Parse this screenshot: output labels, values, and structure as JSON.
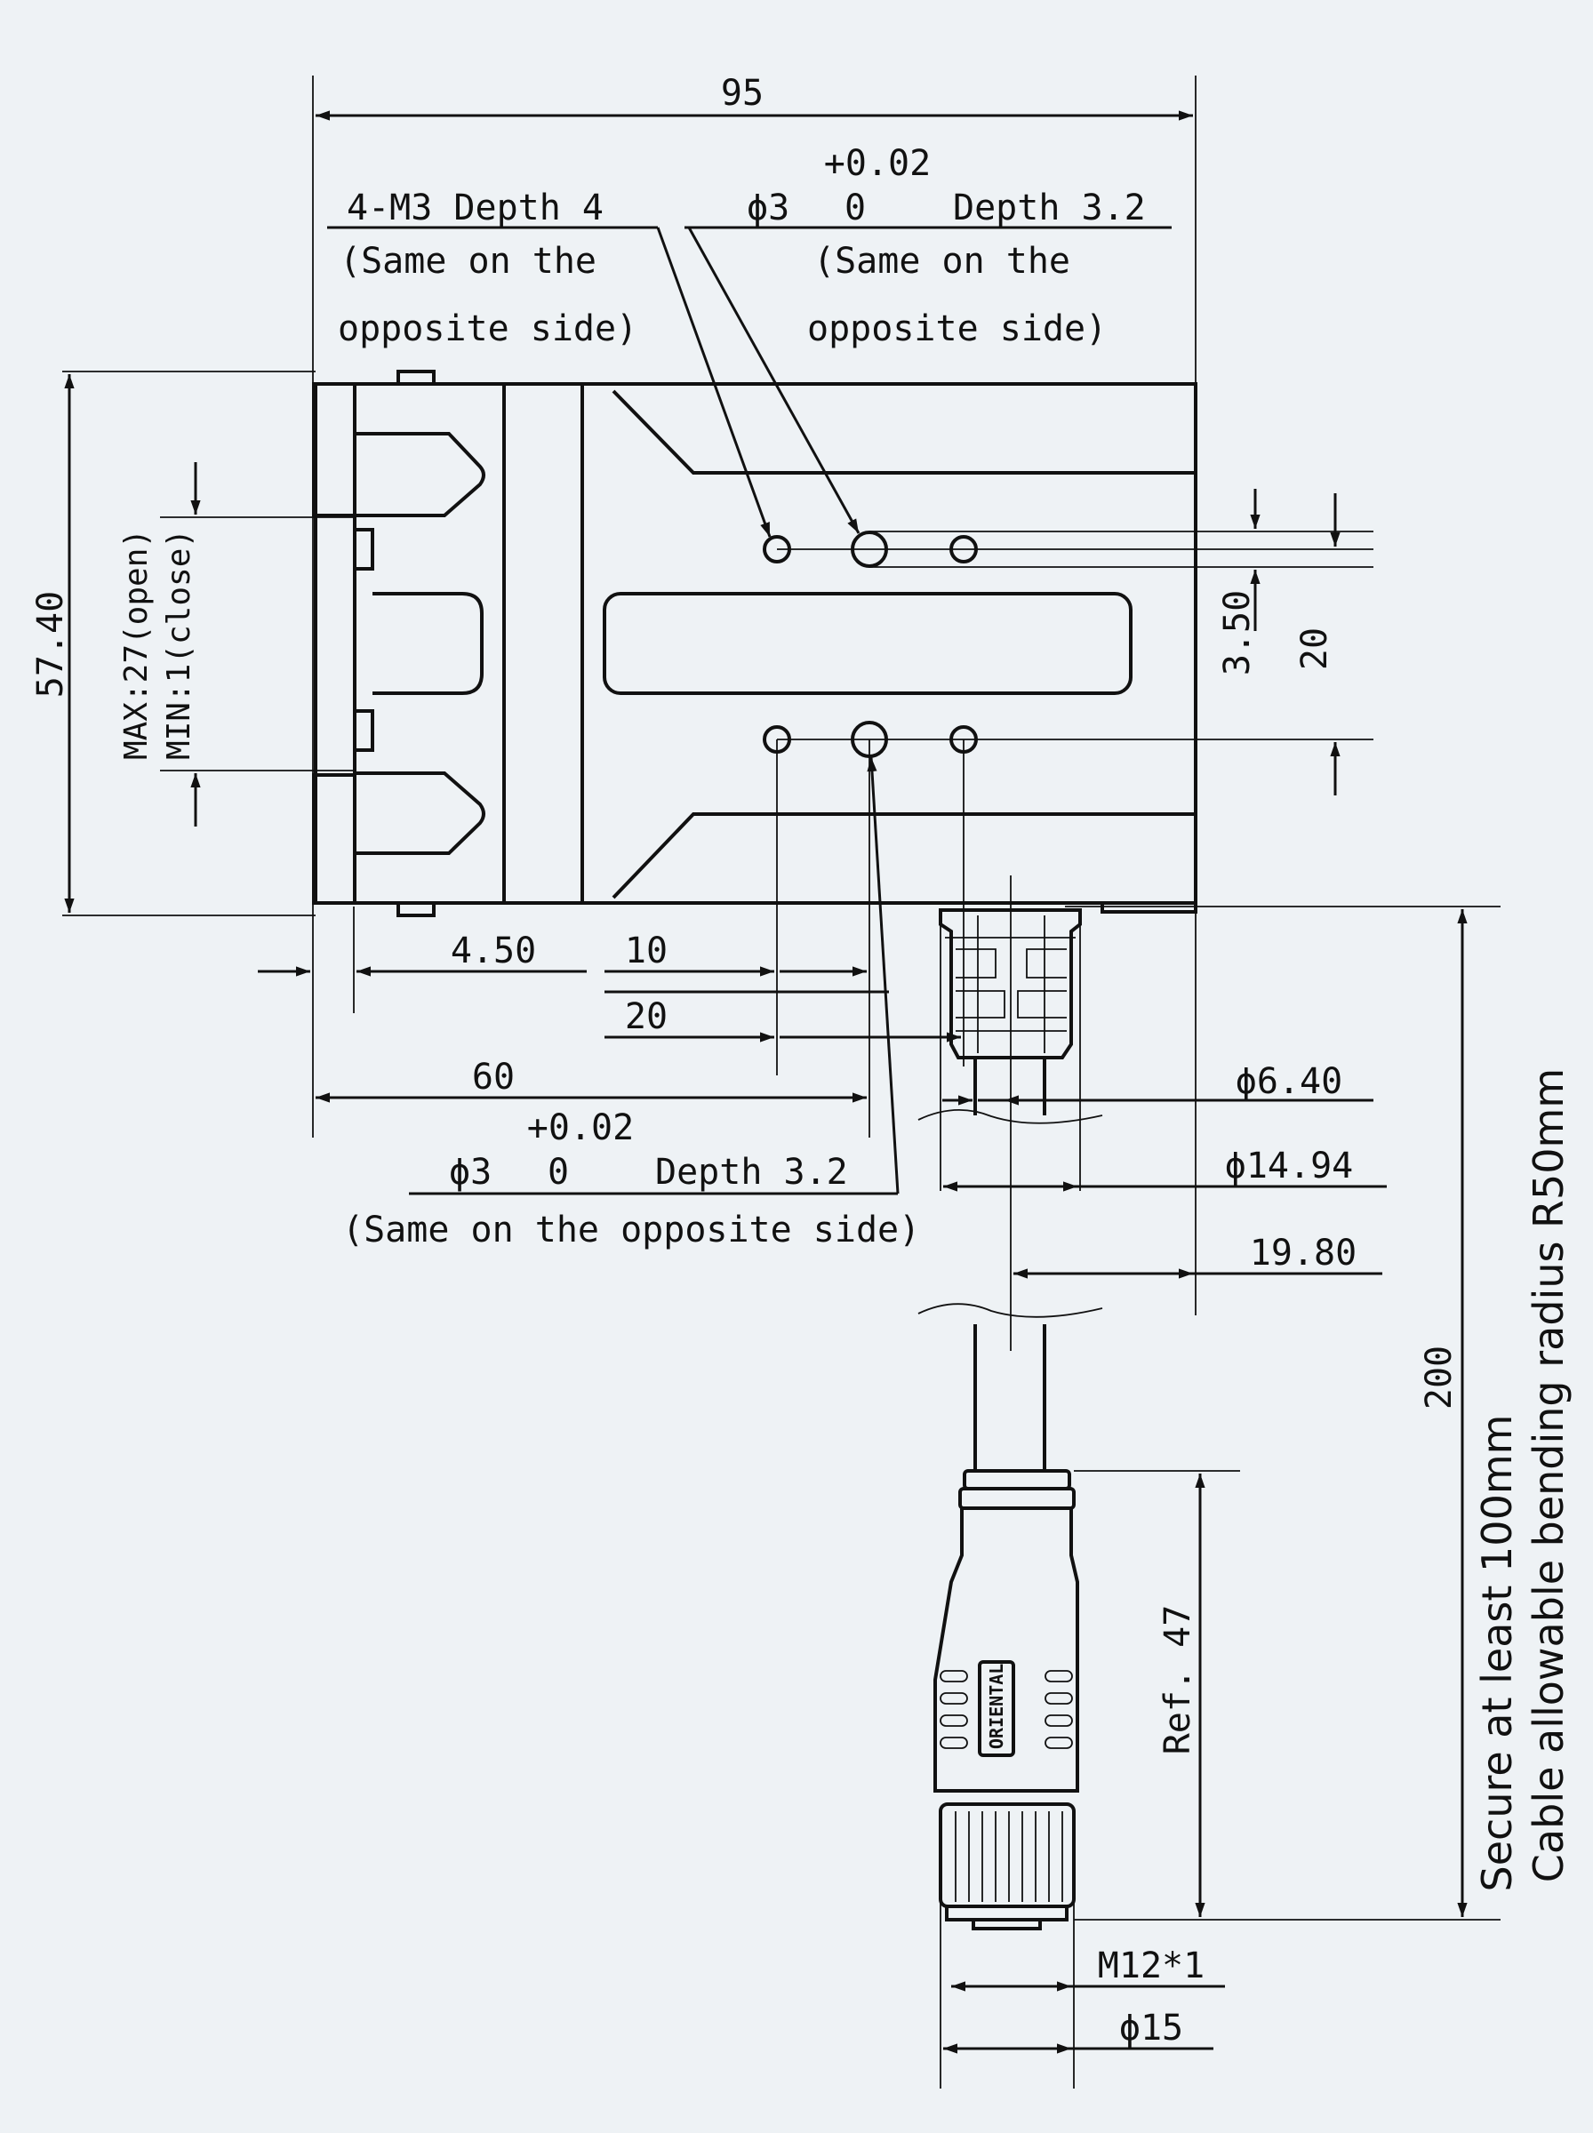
{
  "dimensions": {
    "width_95": "95",
    "height_57_40": "57.40",
    "stroke": "MAX:27(open)",
    "stroke_min": "MIN:1(close)",
    "d_4_50": "4.50",
    "d_10": "10",
    "d_20_pitch": "20",
    "d_60": "60",
    "d_3_50": "3.50",
    "d_20_vertical": "20",
    "dia_6_40": "ϕ6.40",
    "dia_14_94": "ϕ14.94",
    "d_19_80": "19.80",
    "cable_200": "200",
    "ref_47": "Ref. 47",
    "thread": "M12*1",
    "dia_15": "ϕ15"
  },
  "callouts": {
    "m3_line1": "4-M3 Depth 4",
    "m3_line2": "(Same on the",
    "m3_line3": "opposite side)",
    "pin_top_tol": "+0.02",
    "pin_top_dia": "ϕ3",
    "pin_top_zero": "0",
    "pin_top_depth": "Depth 3.2",
    "pin_top_line2": "(Same on the",
    "pin_top_line3": "opposite side)",
    "pin_bottom_tol": "+0.02",
    "pin_bottom_dia": "ϕ3",
    "pin_bottom_zero": "0",
    "pin_bottom_depth": "Depth 3.2",
    "pin_bottom_line2": "(Same on the opposite side)"
  },
  "notes": {
    "cable_secure": "Secure at least 100mm",
    "cable_bend": "Cable allowable bending radius R50mm"
  },
  "connector": {
    "brand": "ORIENTAL"
  },
  "colors": {
    "background": "#eef2f5",
    "line": "#111111"
  }
}
